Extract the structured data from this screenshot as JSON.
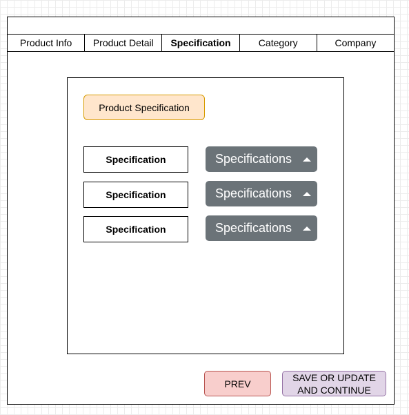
{
  "tabs": [
    {
      "label": "Product Info",
      "active": false
    },
    {
      "label": "Product Detail",
      "active": false
    },
    {
      "label": "Specification",
      "active": true
    },
    {
      "label": "Category",
      "active": false
    },
    {
      "label": "Company",
      "active": false
    }
  ],
  "panel": {
    "title": "Product Specification",
    "rows": [
      {
        "label": "Specification",
        "dropdown": "Specifications",
        "dropdown_icon": "caret-up-icon"
      },
      {
        "label": "Specification",
        "dropdown": "Specifications",
        "dropdown_icon": "caret-up-icon"
      },
      {
        "label": "Specification",
        "dropdown": "Specifications",
        "dropdown_icon": "caret-up-icon"
      }
    ]
  },
  "actions": {
    "prev_label": "PREV",
    "save_label": "SAVE OR UPDATE AND CONTINUE"
  },
  "colors": {
    "title_bg": "#ffe6cc",
    "title_border": "#d79b00",
    "dropdown_bg": "#6b7378",
    "prev_bg": "#f8cecc",
    "prev_border": "#b85450",
    "save_bg": "#e1d5e7",
    "save_border": "#9673a6"
  }
}
